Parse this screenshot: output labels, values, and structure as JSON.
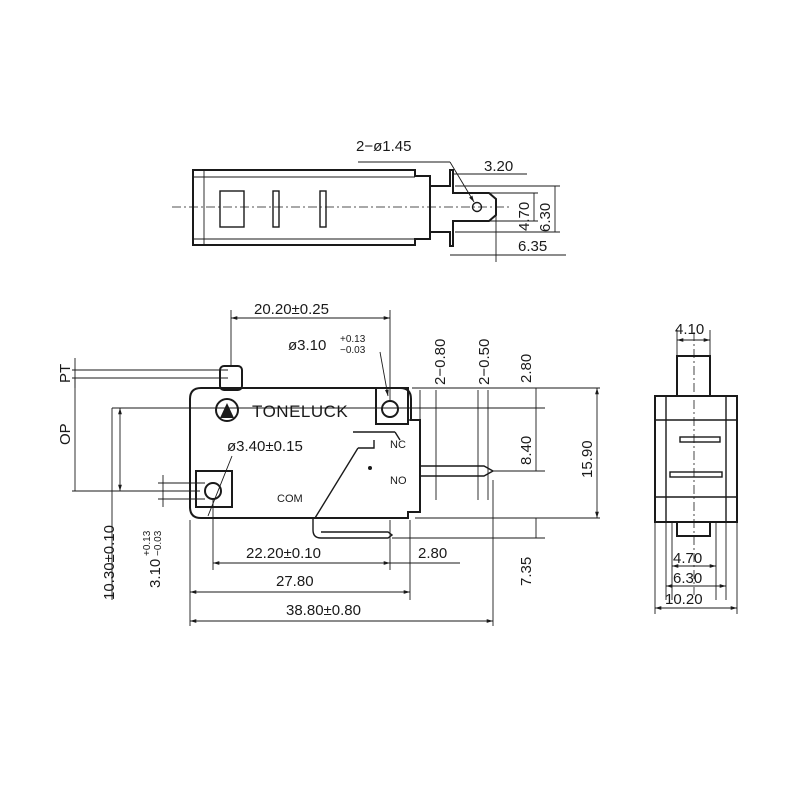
{
  "brand": "TONELUCK",
  "terminals": {
    "nc": "NC",
    "no": "NO",
    "com": "COM"
  },
  "side_labels": {
    "pt": "PT",
    "op": "OP"
  },
  "top_view": {
    "hole": "2−ø1.45",
    "w320": "3.20",
    "h470": "4.70",
    "h630": "6.30",
    "w635": "6.35"
  },
  "front_view": {
    "d2020": "20.20±0.25",
    "hole_top_main": "ø3.10",
    "hole_top_tol_plus": "+0.13",
    "hole_top_tol_minus": "−0.03",
    "d080": "2−0.80",
    "d050": "2−0.50",
    "d280v": "2.80",
    "hole_low": "ø3.40±0.15",
    "d840": "8.40",
    "d1590": "15.90",
    "d2220": "22.20±0.10",
    "d280h": "2.80",
    "d735": "7.35",
    "d2780": "27.80",
    "d3880": "38.80±0.80",
    "d1030": "10.30±0.10",
    "d310_main": "3.10",
    "d310_tol_plus": "+0.13",
    "d310_tol_minus": "−0.03"
  },
  "end_view": {
    "w410": "4.10",
    "w470": "4.70",
    "w630": "6.30",
    "w1020": "10.20"
  }
}
